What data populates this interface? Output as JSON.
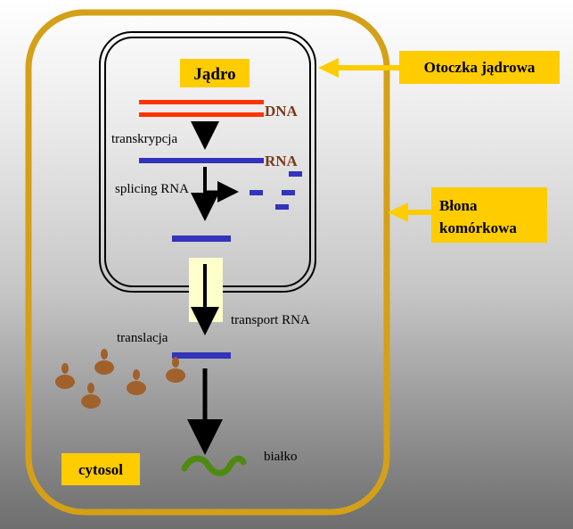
{
  "labels": {
    "nucleus": "Jądro",
    "dna": "DNA",
    "transcription": "transkrypcja",
    "rna": "RNA",
    "splicing": "splicing RNA",
    "transport": "transport RNA",
    "translation": "translacja",
    "cytosol": "cytosol",
    "protein": "białko",
    "nuclear_envelope": "Otoczka jądrowa",
    "cell_membrane_line1": "Błona",
    "cell_membrane_line2": "komórkowa"
  },
  "colors": {
    "cell_membrane": "#d4a017",
    "label_box": "#ffcc00",
    "dna_strand": "#ff3300",
    "rna_strand": "#3333bb",
    "dna_label": "#7a3a1a",
    "ribosome": "#a0612a",
    "protein": "#4f8a10",
    "pore": "#ffffcc",
    "arrow": "#000000"
  }
}
